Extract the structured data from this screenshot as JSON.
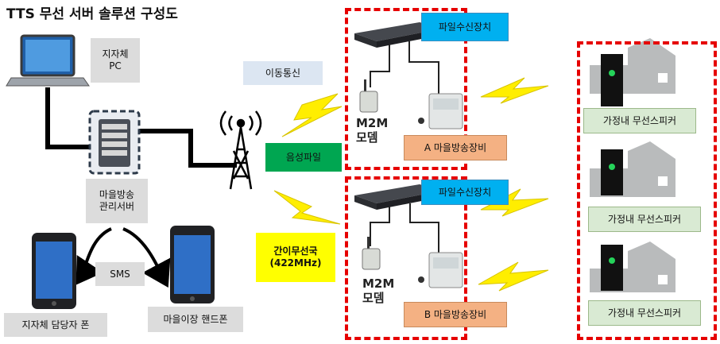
{
  "title": "TTS 무선 서버 솔루션 구성도",
  "labels": {
    "local_gov_pc": "지자체\nPC",
    "mobile_comm": "이동통신",
    "village_server": "마을방송\n관리서버",
    "sms": "SMS",
    "officer_phone": "지자체 담당자 폰",
    "chief_phone": "마을이장 핸드폰",
    "voice_file": "음성파일",
    "simple_radio": "간이무선국\n(422MHz)",
    "file_receiver_a": "파일수신장치",
    "file_receiver_b": "파일수신장치",
    "modem_a": "M2M\n모뎀",
    "modem_b": "M2M\n모뎀",
    "broadcast_a": "A 마을방송장비",
    "broadcast_b": "B 마을방송장비",
    "speaker_1": "가정내 무선스피커",
    "speaker_2": "가정내 무선스피커",
    "speaker_3": "가정내 무선스피커"
  },
  "colors": {
    "dashed_border": "#e60000",
    "lightning": "#ffee00",
    "receiver_label": "#00b0f0",
    "broadcast_label": "#f4b183",
    "speaker_label": "#d9ead3",
    "voice_file_label": "#00a651",
    "radio_label": "#ffff00"
  },
  "icons": {
    "pc": "laptop-icon",
    "server": "server-icon",
    "tower": "antenna-tower-icon",
    "phone": "smartphone-icon",
    "receiver": "network-receiver-icon",
    "modem": "m2m-modem-icon",
    "amplifier": "broadcast-amplifier-icon",
    "speaker": "wireless-speaker-icon",
    "house": "house-icon",
    "lightning": "lightning-bolt-icon"
  }
}
